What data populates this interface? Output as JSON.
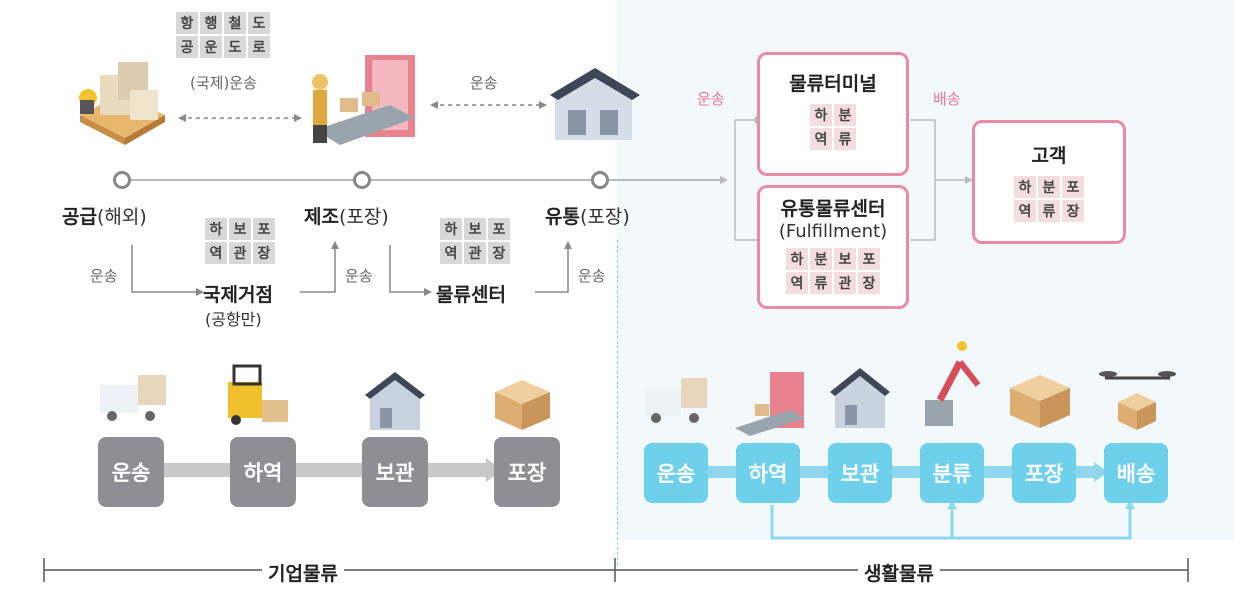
{
  "top": {
    "modes_row1": [
      "항",
      "행",
      "철",
      "도"
    ],
    "modes_row2": [
      "공",
      "운",
      "도",
      "로"
    ],
    "intl_transport": "(국제)운송",
    "transport_mid": "운송",
    "supply": "공급",
    "supply_sub": "(해외)",
    "manufacture": "제조",
    "manufacture_sub": "(포장)",
    "distribution": "유통",
    "distribution_sub": "(포장)",
    "hub_tiles_row1": [
      "하",
      "보",
      "포"
    ],
    "hub_tiles_row2": [
      "역",
      "관",
      "장"
    ],
    "hub_name": "국제거점",
    "hub_sub": "(공항만)",
    "center_tiles_row1": [
      "하",
      "보",
      "포"
    ],
    "center_tiles_row2": [
      "역",
      "관",
      "장"
    ],
    "center_name": "물류센터",
    "transport_left": "운송",
    "transport_mid2": "운송",
    "transport_right": "운송"
  },
  "right": {
    "transport_label": "운송",
    "delivery_label": "배송",
    "terminal": {
      "title": "물류터미널",
      "row1": [
        "하",
        "분"
      ],
      "row2": [
        "역",
        "류"
      ]
    },
    "fulfillment": {
      "title": "유통물류센터",
      "subtitle": "(Fulfillment)",
      "row1": [
        "하",
        "분",
        "보",
        "포"
      ],
      "row2": [
        "역",
        "류",
        "관",
        "장"
      ]
    },
    "customer": {
      "title": "고객",
      "row1": [
        "하",
        "분",
        "포"
      ],
      "row2": [
        "역",
        "류",
        "장"
      ]
    }
  },
  "corporate_steps": [
    "운송",
    "하역",
    "보관",
    "포장"
  ],
  "life_steps": [
    "운송",
    "하역",
    "보관",
    "분류",
    "포장",
    "배송"
  ],
  "footer": {
    "corporate": "기업물류",
    "life": "생활물류"
  },
  "colors": {
    "pink_border": "#eb8aa6",
    "gray_step": "#8f8f93",
    "cyan_step": "#6fd0ec"
  }
}
